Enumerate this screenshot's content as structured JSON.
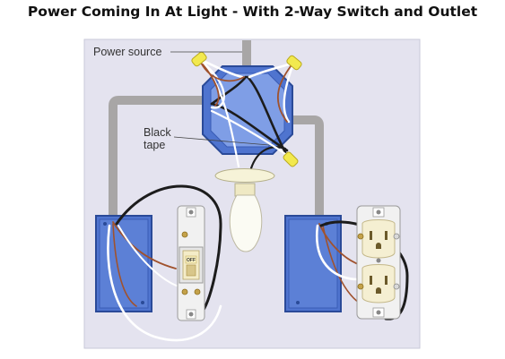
{
  "title": "Power Coming In At Light - With 2-Way Switch and Outlet",
  "labels": {
    "power_source": "Power source",
    "black_tape_line1": "Black",
    "black_tape_line2": "tape",
    "switch_off": "OFF"
  },
  "colors": {
    "panel": "#e4e3ef",
    "box_blue": "#4f74cf",
    "box_blue_light": "#7f9ee6",
    "cable": "#a8a6a6",
    "wire_black": "#1c1c1c",
    "wire_white": "#ffffff",
    "wire_copper": "#a0522d",
    "wire_nut": "#f2e94e",
    "bulb": "#fbfbf3",
    "receptacle": "#f5efd2"
  },
  "icons": [
    "junction-box-icon",
    "light-fixture-icon",
    "light-bulb-icon",
    "switch-icon",
    "outlet-icon",
    "wire-nut-icon"
  ]
}
